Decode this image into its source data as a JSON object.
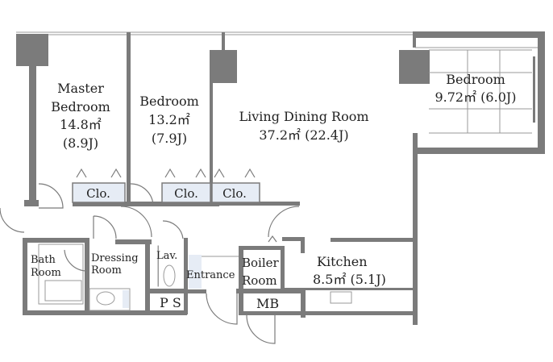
{
  "rooms": {
    "master_bedroom": {
      "name_line1": "Master",
      "name_line2": "Bedroom",
      "area": "14.8㎡",
      "jo": "(8.9J)"
    },
    "bedroom_2": {
      "name": "Bedroom",
      "area": "13.2㎡",
      "jo": "(7.9J)"
    },
    "living_dining": {
      "name": "Living Dining Room",
      "area_jo": "37.2㎡ (22.4J)"
    },
    "bedroom_3": {
      "name": "Bedroom",
      "area_jo": "9.72㎡ (6.0J)"
    },
    "kitchen": {
      "name": "Kitchen",
      "area_jo": "8.5㎡ (5.1J)"
    },
    "bath": {
      "line1": "Bath",
      "line2": "Room"
    },
    "dressing": {
      "line1": "Dressing",
      "line2": "Room"
    },
    "lavatory": {
      "name": "Lav."
    },
    "entrance": {
      "name": "Entrance"
    },
    "boiler": {
      "line1": "Boiler",
      "line2": "Room"
    },
    "ps": {
      "name": "P S"
    },
    "mb": {
      "name": "MB"
    }
  },
  "closets": [
    "Clo.",
    "Clo.",
    "Clo."
  ]
}
